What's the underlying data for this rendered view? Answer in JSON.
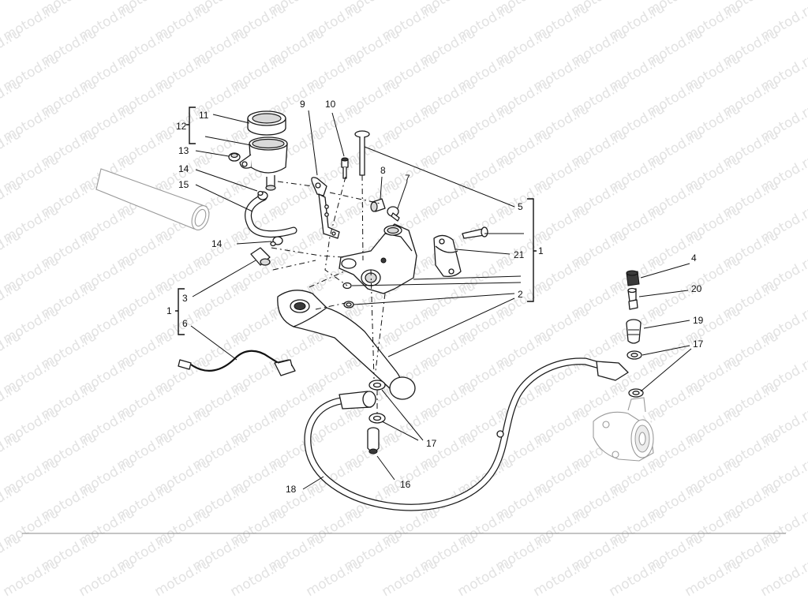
{
  "watermark": "motod.ru",
  "labels": {
    "l1_brace_right": "1",
    "l1_brace_left": "1",
    "l2": "2",
    "l3": "3",
    "l4": "4",
    "l5": "5",
    "l6": "6",
    "l7": "7",
    "l8": "8",
    "l9": "9",
    "l10": "10",
    "l11": "11",
    "l12": "12",
    "l13": "13",
    "l14_top": "14",
    "l14_bottom": "14",
    "l15": "15",
    "l16": "16",
    "l17_bottom": "17",
    "l17_right": "17",
    "l18": "18",
    "l19": "19",
    "l20": "20",
    "l21": "21"
  }
}
